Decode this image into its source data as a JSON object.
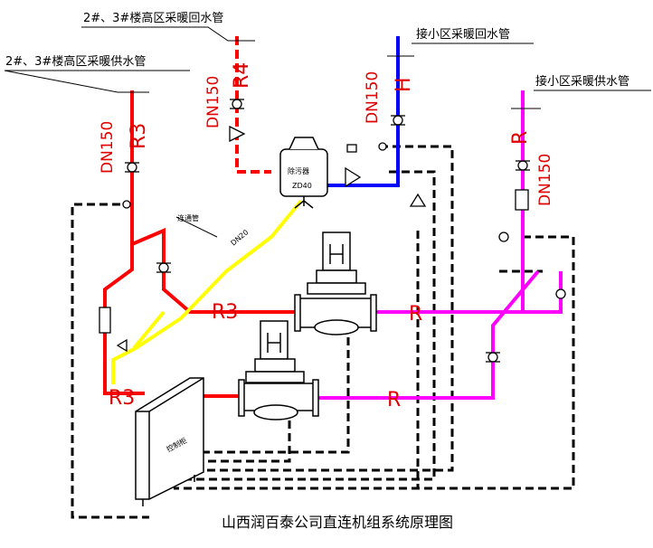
{
  "title": "山西润百泰公司直连机组系统原理图",
  "labels": {
    "high_return": "2#、3#楼高区采暖回水管",
    "high_supply": "2#、3#楼高区采暖供水管",
    "district_return": "接小区采暖回水管",
    "district_supply": "接小区采暖供水管",
    "connect_pipe": "连通管",
    "dn20": "DN20",
    "dn150_r3": "DN150",
    "dn150_r4": "DN150",
    "dn150_h": "DN150",
    "dn150_r": "DN150",
    "pipe_r3_top": "R3",
    "pipe_r4": "R4",
    "pipe_h": "H",
    "pipe_r_top": "R",
    "pipe_r3_mid": "R3",
    "pipe_r3_bot": "R3",
    "pipe_r_mid": "R",
    "pipe_r_bot": "R",
    "tank_name": "除污器",
    "tank_model": "ZD40",
    "cabinet_text": "控制柜"
  },
  "colors": {
    "red": "#ff0000",
    "yellow": "#ffff00",
    "blue": "#0000ff",
    "magenta": "#ff00ff",
    "black": "#000000"
  }
}
